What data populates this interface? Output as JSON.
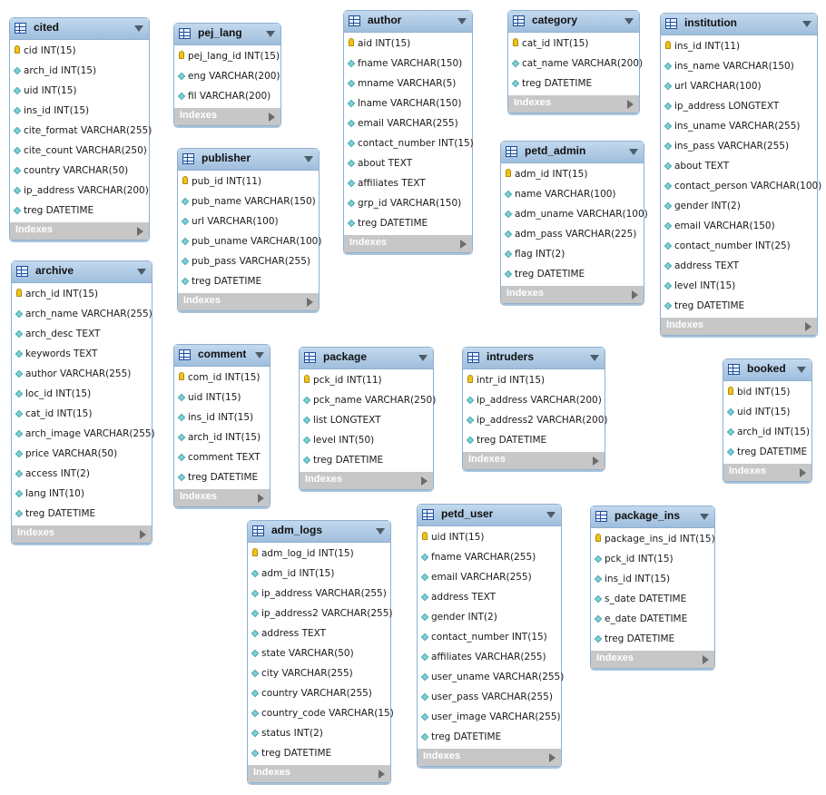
{
  "indexes_label": "Indexes",
  "tables": [
    {
      "name": "cited",
      "columns": [
        {
          "text": "cid INT(15)",
          "key": "pk"
        },
        {
          "text": "arch_id INT(15)",
          "key": "attr"
        },
        {
          "text": "uid INT(15)",
          "key": "attr"
        },
        {
          "text": "ins_id INT(15)",
          "key": "attr"
        },
        {
          "text": "cite_format VARCHAR(255)",
          "key": "attr"
        },
        {
          "text": "cite_count VARCHAR(250)",
          "key": "attr"
        },
        {
          "text": "country VARCHAR(50)",
          "key": "attr"
        },
        {
          "text": "ip_address VARCHAR(200)",
          "key": "attr"
        },
        {
          "text": "treg DATETIME",
          "key": "attr"
        }
      ]
    },
    {
      "name": "pej_lang",
      "columns": [
        {
          "text": "pej_lang_id INT(15)",
          "key": "pk"
        },
        {
          "text": "eng VARCHAR(200)",
          "key": "attr"
        },
        {
          "text": "fil VARCHAR(200)",
          "key": "attr"
        }
      ]
    },
    {
      "name": "author",
      "columns": [
        {
          "text": "aid INT(15)",
          "key": "pk"
        },
        {
          "text": "fname VARCHAR(150)",
          "key": "attr"
        },
        {
          "text": "mname VARCHAR(5)",
          "key": "attr"
        },
        {
          "text": "lname VARCHAR(150)",
          "key": "attr"
        },
        {
          "text": "email VARCHAR(255)",
          "key": "attr"
        },
        {
          "text": "contact_number INT(15)",
          "key": "attr"
        },
        {
          "text": "about TEXT",
          "key": "attr"
        },
        {
          "text": "affiliates TEXT",
          "key": "attr"
        },
        {
          "text": "grp_id VARCHAR(150)",
          "key": "attr"
        },
        {
          "text": "treg DATETIME",
          "key": "attr"
        }
      ]
    },
    {
      "name": "category",
      "columns": [
        {
          "text": "cat_id INT(15)",
          "key": "pk"
        },
        {
          "text": "cat_name VARCHAR(200)",
          "key": "attr"
        },
        {
          "text": "treg DATETIME",
          "key": "attr"
        }
      ]
    },
    {
      "name": "institution",
      "columns": [
        {
          "text": "ins_id INT(11)",
          "key": "pk"
        },
        {
          "text": "ins_name VARCHAR(150)",
          "key": "attr"
        },
        {
          "text": "url VARCHAR(100)",
          "key": "attr"
        },
        {
          "text": "ip_address LONGTEXT",
          "key": "attr"
        },
        {
          "text": "ins_uname VARCHAR(255)",
          "key": "attr"
        },
        {
          "text": "ins_pass VARCHAR(255)",
          "key": "attr"
        },
        {
          "text": "about TEXT",
          "key": "attr"
        },
        {
          "text": "contact_person VARCHAR(100)",
          "key": "attr"
        },
        {
          "text": "gender INT(2)",
          "key": "attr"
        },
        {
          "text": "email VARCHAR(150)",
          "key": "attr"
        },
        {
          "text": "contact_number INT(25)",
          "key": "attr"
        },
        {
          "text": "address TEXT",
          "key": "attr"
        },
        {
          "text": "level INT(15)",
          "key": "attr"
        },
        {
          "text": "treg DATETIME",
          "key": "attr"
        }
      ]
    },
    {
      "name": "publisher",
      "columns": [
        {
          "text": "pub_id INT(11)",
          "key": "pk"
        },
        {
          "text": "pub_name VARCHAR(150)",
          "key": "attr"
        },
        {
          "text": "url VARCHAR(100)",
          "key": "attr"
        },
        {
          "text": "pub_uname VARCHAR(100)",
          "key": "attr"
        },
        {
          "text": "pub_pass VARCHAR(255)",
          "key": "attr"
        },
        {
          "text": "treg DATETIME",
          "key": "attr"
        }
      ]
    },
    {
      "name": "petd_admin",
      "columns": [
        {
          "text": "adm_id INT(15)",
          "key": "pk"
        },
        {
          "text": "name VARCHAR(100)",
          "key": "attr"
        },
        {
          "text": "adm_uname VARCHAR(100)",
          "key": "attr"
        },
        {
          "text": "adm_pass VARCHAR(225)",
          "key": "attr"
        },
        {
          "text": "flag INT(2)",
          "key": "attr"
        },
        {
          "text": "treg DATETIME",
          "key": "attr"
        }
      ]
    },
    {
      "name": "archive",
      "columns": [
        {
          "text": "arch_id INT(15)",
          "key": "pk"
        },
        {
          "text": "arch_name VARCHAR(255)",
          "key": "attr"
        },
        {
          "text": "arch_desc TEXT",
          "key": "attr"
        },
        {
          "text": "keywords TEXT",
          "key": "attr"
        },
        {
          "text": "author VARCHAR(255)",
          "key": "attr"
        },
        {
          "text": "loc_id INT(15)",
          "key": "attr"
        },
        {
          "text": "cat_id INT(15)",
          "key": "attr"
        },
        {
          "text": "arch_image VARCHAR(255)",
          "key": "attr"
        },
        {
          "text": "price VARCHAR(50)",
          "key": "attr"
        },
        {
          "text": "access INT(2)",
          "key": "attr"
        },
        {
          "text": "lang INT(10)",
          "key": "attr"
        },
        {
          "text": "treg DATETIME",
          "key": "attr"
        }
      ]
    },
    {
      "name": "comment",
      "columns": [
        {
          "text": "com_id INT(15)",
          "key": "pk"
        },
        {
          "text": "uid INT(15)",
          "key": "attr"
        },
        {
          "text": "ins_id INT(15)",
          "key": "attr"
        },
        {
          "text": "arch_id INT(15)",
          "key": "attr"
        },
        {
          "text": "comment TEXT",
          "key": "attr"
        },
        {
          "text": "treg DATETIME",
          "key": "attr"
        }
      ]
    },
    {
      "name": "package",
      "columns": [
        {
          "text": "pck_id INT(11)",
          "key": "pk"
        },
        {
          "text": "pck_name VARCHAR(250)",
          "key": "attr"
        },
        {
          "text": "list LONGTEXT",
          "key": "attr"
        },
        {
          "text": "level INT(50)",
          "key": "attr"
        },
        {
          "text": "treg DATETIME",
          "key": "attr"
        }
      ]
    },
    {
      "name": "intruders",
      "columns": [
        {
          "text": "intr_id INT(15)",
          "key": "pk"
        },
        {
          "text": "ip_address VARCHAR(200)",
          "key": "attr"
        },
        {
          "text": "ip_address2 VARCHAR(200)",
          "key": "attr"
        },
        {
          "text": "treg DATETIME",
          "key": "attr"
        }
      ]
    },
    {
      "name": "booked",
      "columns": [
        {
          "text": "bid INT(15)",
          "key": "pk"
        },
        {
          "text": "uid INT(15)",
          "key": "attr"
        },
        {
          "text": "arch_id INT(15)",
          "key": "attr"
        },
        {
          "text": "treg DATETIME",
          "key": "attr"
        }
      ]
    },
    {
      "name": "adm_logs",
      "columns": [
        {
          "text": "adm_log_id INT(15)",
          "key": "pk"
        },
        {
          "text": "adm_id INT(15)",
          "key": "attr"
        },
        {
          "text": "ip_address VARCHAR(255)",
          "key": "attr"
        },
        {
          "text": "ip_address2 VARCHAR(255)",
          "key": "attr"
        },
        {
          "text": "address TEXT",
          "key": "attr"
        },
        {
          "text": "state VARCHAR(50)",
          "key": "attr"
        },
        {
          "text": "city VARCHAR(255)",
          "key": "attr"
        },
        {
          "text": "country VARCHAR(255)",
          "key": "attr"
        },
        {
          "text": "country_code VARCHAR(15)",
          "key": "attr"
        },
        {
          "text": "status INT(2)",
          "key": "attr"
        },
        {
          "text": "treg DATETIME",
          "key": "attr"
        }
      ]
    },
    {
      "name": "petd_user",
      "columns": [
        {
          "text": "uid INT(15)",
          "key": "pk"
        },
        {
          "text": "fname VARCHAR(255)",
          "key": "attr"
        },
        {
          "text": "email VARCHAR(255)",
          "key": "attr"
        },
        {
          "text": "address TEXT",
          "key": "attr"
        },
        {
          "text": "gender INT(2)",
          "key": "attr"
        },
        {
          "text": "contact_number INT(15)",
          "key": "attr"
        },
        {
          "text": "affiliates VARCHAR(255)",
          "key": "attr"
        },
        {
          "text": "user_uname VARCHAR(255)",
          "key": "attr"
        },
        {
          "text": "user_pass VARCHAR(255)",
          "key": "attr"
        },
        {
          "text": "user_image VARCHAR(255)",
          "key": "attr"
        },
        {
          "text": "treg DATETIME",
          "key": "attr"
        }
      ]
    },
    {
      "name": "package_ins",
      "columns": [
        {
          "text": "package_ins_id INT(15)",
          "key": "pk"
        },
        {
          "text": "pck_id INT(15)",
          "key": "attr"
        },
        {
          "text": "ins_id INT(15)",
          "key": "attr"
        },
        {
          "text": "s_date DATETIME",
          "key": "attr"
        },
        {
          "text": "e_date DATETIME",
          "key": "attr"
        },
        {
          "text": "treg DATETIME",
          "key": "attr"
        }
      ]
    }
  ]
}
